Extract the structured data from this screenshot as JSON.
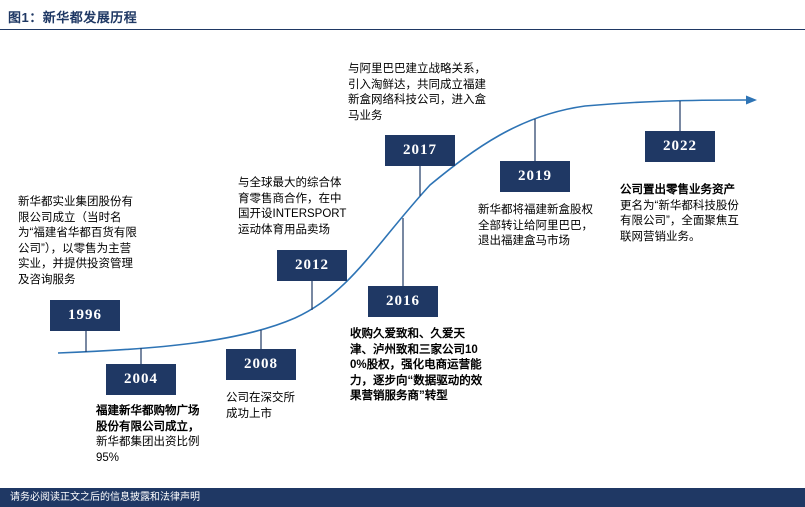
{
  "title": "图1：新华都发展历程",
  "footer_text": "请务必阅读正文之后的信息披露和法律声明",
  "colors": {
    "navy": "#1f3864",
    "curve_blue": "#2e74b5"
  },
  "milestones": [
    {
      "year": "1996",
      "desc": "新华都实业集团股份有限公司成立（当时名为“福建省华都百货有限公司”），以零售为主营实业，并提供投资管理及咨询服务"
    },
    {
      "year": "2004",
      "desc_bold": "福建新华都购物广场股份有限公司成立，",
      "desc": "新华都集团出资比例95%"
    },
    {
      "year": "2008",
      "desc": "公司在深交所成功上市"
    },
    {
      "year": "2012",
      "desc": "与全球最大的综合体育零售商合作，在中国开设INTERSPORT运动体育用品卖场"
    },
    {
      "year": "2016",
      "desc": "收购久爱致和、久爱天津、泸州致和三家公司100%股权，强化电商运营能力，逐步向“数据驱动的效果营销服务商”转型"
    },
    {
      "year": "2017",
      "desc": "与阿里巴巴建立战略关系，引入淘鲜达，共同成立福建新盒网络科技公司，进入盒马业务"
    },
    {
      "year": "2019",
      "desc": "新华都将福建新盒股权全部转让给阿里巴巴，退出福建盒马市场"
    },
    {
      "year": "2022",
      "desc_bold": "公司置出零售业务资产",
      "desc": "更名为“新华都科技股份有限公司”，全面聚焦互联网营销业务。"
    }
  ]
}
